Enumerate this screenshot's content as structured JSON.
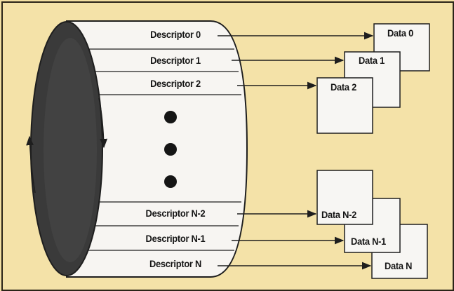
{
  "descriptors": {
    "top": [
      "Descriptor 0",
      "Descriptor 1",
      "Descriptor 2"
    ],
    "bottom": [
      "Descriptor N-2",
      "Descriptor N-1",
      "Descriptor N"
    ]
  },
  "data_buffers": {
    "top": [
      "Data 0",
      "Data 1",
      "Data 2"
    ],
    "bottom": [
      "Data N-2",
      "Data N-1",
      "Data N"
    ]
  },
  "colors": {
    "background": "#f4e2a8",
    "ring_face": "#f7f5f2",
    "ring_end": "#3a3a3a",
    "line": "#1e1e1e"
  }
}
